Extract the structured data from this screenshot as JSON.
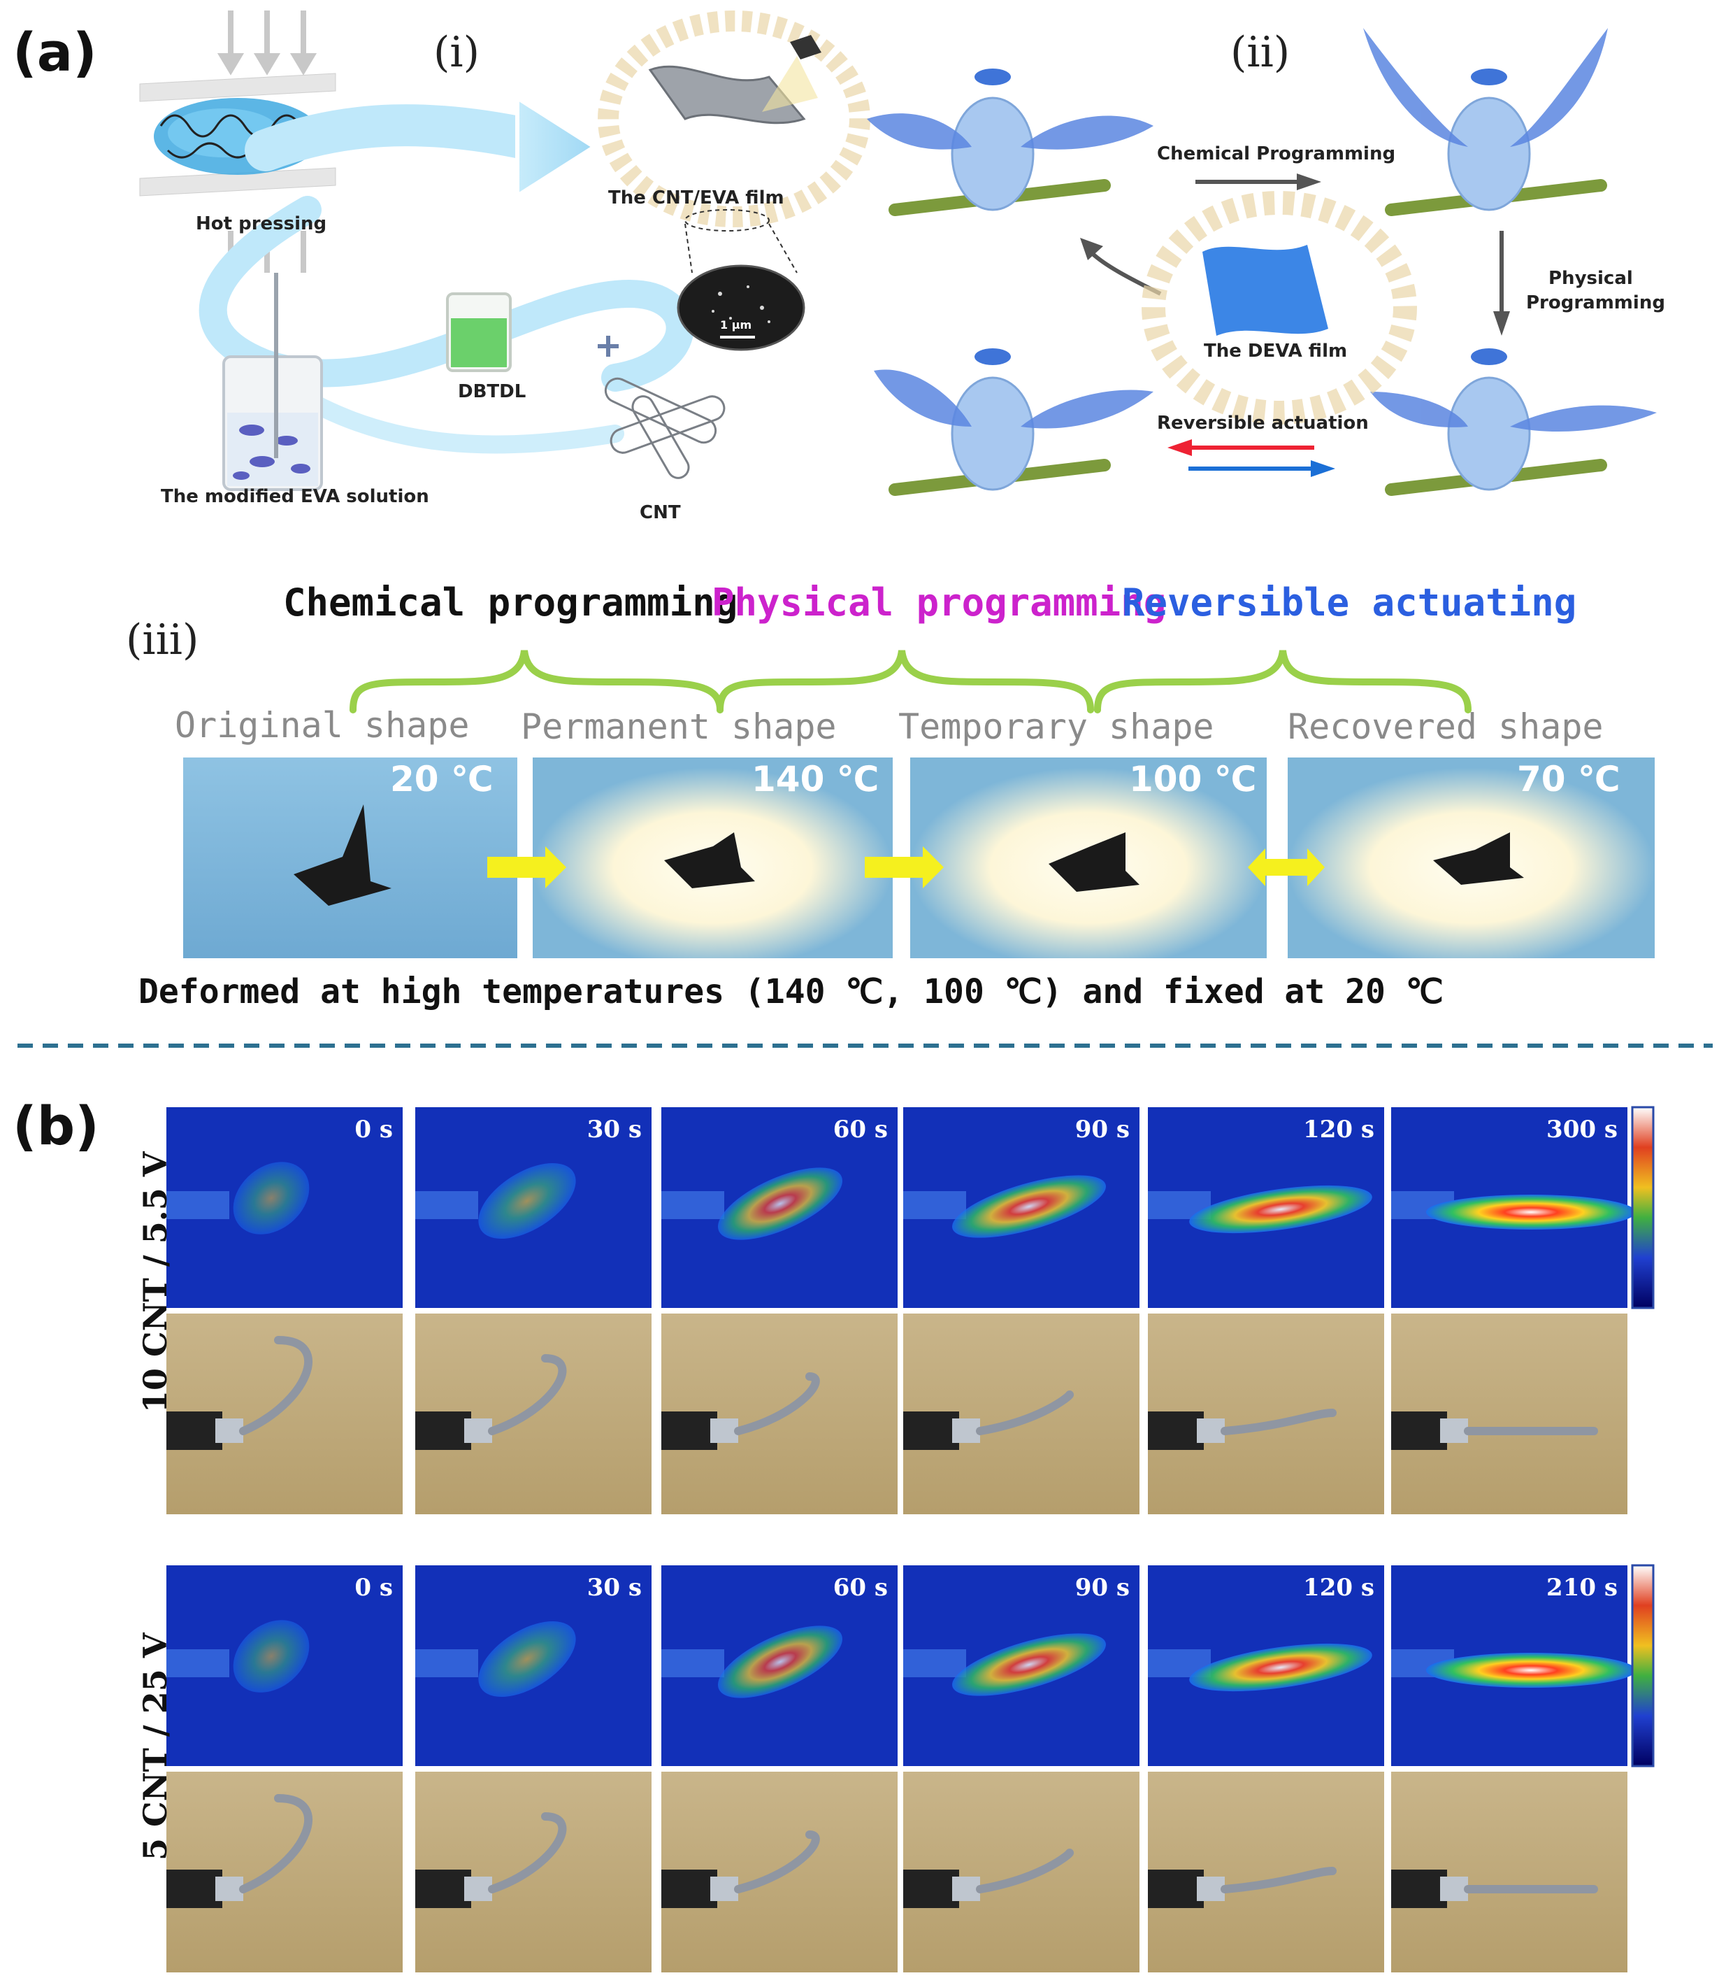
{
  "panel_a": {
    "letter": "(a)",
    "sub_i": "(i)",
    "sub_ii": "(ii)",
    "sub_iii": "(iii)",
    "labels": {
      "hot_pressing": "Hot pressing",
      "cnt_eva_film": "The CNT/EVA film",
      "scale_bar": "1 μm",
      "dbtdl": "DBTDL",
      "modified_eva": "The modified EVA solution",
      "cnt": "CNT",
      "chemical_programming": "Chemical Programming",
      "physical_programming_1": "Physical",
      "physical_programming_2": "Programming",
      "deva_film": "The DEVA film",
      "reversible_actuation": "Reversible actuation"
    },
    "phases": [
      {
        "text": "Chemical programming",
        "color": "#111111"
      },
      {
        "text": "Physical programming",
        "color": "#cc22cc"
      },
      {
        "text": "Reversible actuating",
        "color": "#2b5fe0"
      }
    ],
    "shapes": [
      {
        "name": "Original shape",
        "temp": "20 ℃"
      },
      {
        "name": "Permanent shape",
        "temp": "140 ℃"
      },
      {
        "name": "Temporary shape",
        "temp": "100 ℃"
      },
      {
        "name": "Recovered shape",
        "temp": "70 ℃"
      }
    ],
    "caption": "Deformed at high temperatures (140 ℃, 100 ℃) and fixed at 20 ℃"
  },
  "panel_b": {
    "letter": "(b)",
    "rows": [
      {
        "label": "10 CNT / 5.5 V",
        "times": [
          "0 s",
          "30 s",
          "60 s",
          "90 s",
          "120 s",
          "300 s"
        ]
      },
      {
        "label": "5 CNT / 25 V",
        "times": [
          "0 s",
          "30 s",
          "60 s",
          "90 s",
          "120 s",
          "210 s"
        ]
      }
    ]
  }
}
